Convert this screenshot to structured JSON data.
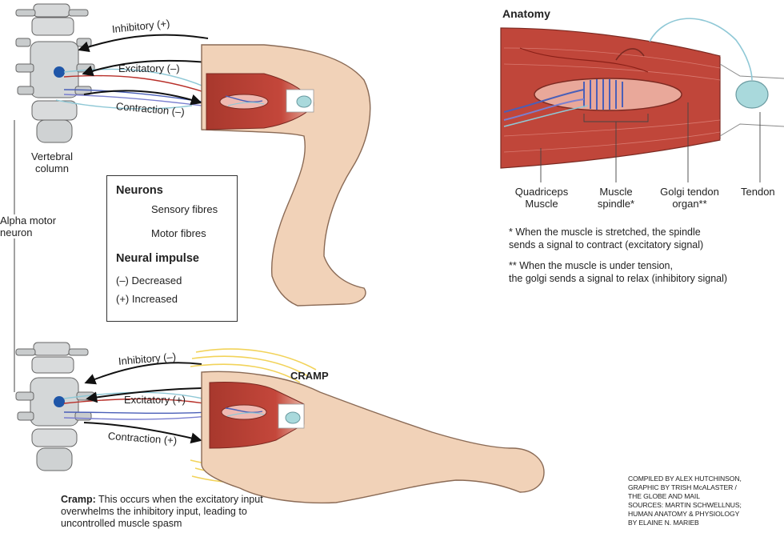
{
  "colors": {
    "muscle": "#c0463a",
    "muscle_dark": "#9e3329",
    "skin": "#f1d2b8",
    "skin_outline": "#8a6a55",
    "sensory_fibre": "#4a5fb8",
    "sensory_fibre_light": "#8fc8d6",
    "motor_fibre": "#b8302a",
    "vertebra": "#cfd2d3",
    "nucleus": "#1f56a8",
    "cramp_lines": "#f2d35a"
  },
  "top_diagram": {
    "inhibitory": "Inhibitory (+)",
    "excitatory": "Excitatory (–)",
    "contraction": "Contraction (–)",
    "vertebral_column_line1": "Vertebral",
    "vertebral_column_line2": "column",
    "alpha_motor_line1": "Alpha motor",
    "alpha_motor_line2": "neuron"
  },
  "legend": {
    "neurons_title": "Neurons",
    "sensory": "Sensory fibres",
    "motor": "Motor fibres",
    "impulse_title": "Neural impulse",
    "decreased": "(–) Decreased",
    "increased": "(+) Increased"
  },
  "anatomy": {
    "title": "Anatomy",
    "quadriceps_line1": "Quadriceps",
    "quadriceps_line2": "Muscle",
    "spindle_line1": "Muscle",
    "spindle_line2": "spindle*",
    "golgi_line1": "Golgi tendon",
    "golgi_line2": "organ**",
    "tendon": "Tendon",
    "note1_line1": "* When the muscle is stretched, the spindle",
    "note1_line2": "sends a signal to contract (excitatory signal)",
    "note2_line1": "** When the muscle is under tension,",
    "note2_line2": "the golgi sends a signal to relax (inhibitory signal)"
  },
  "bottom_diagram": {
    "inhibitory": "Inhibitory (–)",
    "excitatory": "Excitatory (+)",
    "contraction": "Contraction (+)",
    "cramp": "CRAMP"
  },
  "cramp_note": {
    "label": "Cramp:",
    "line1": "This occurs when the excitatory input",
    "line2": "overwhelms the inhibitory input, leading to",
    "line3": "uncontrolled muscle spasm"
  },
  "credits": {
    "line1": "COMPILED BY ALEX HUTCHINSON,",
    "line2": "GRAPHIC BY TRISH McALASTER /",
    "line3": "THE GLOBE AND MAIL",
    "line4": "SOURCES: MARTIN SCHWELLNUS;",
    "line5": "HUMAN ANATOMY & PHYSIOLOGY",
    "line6": "BY ELAINE N. MARIEB"
  }
}
